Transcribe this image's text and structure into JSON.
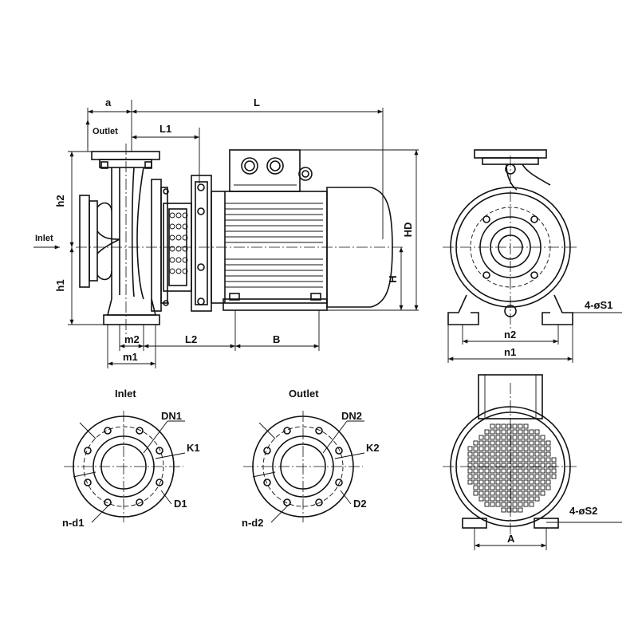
{
  "labels": {
    "a": "a",
    "L": "L",
    "L1": "L1",
    "L2": "L2",
    "outlet_top": "Outlet",
    "inlet_side": "Inlet",
    "h2": "h2",
    "h1": "h1",
    "m2": "m2",
    "m1": "m1",
    "B": "B",
    "H": "H",
    "HD": "HD",
    "n2": "n2",
    "n1": "n1",
    "S1": "4-øS1",
    "inlet_title": "Inlet",
    "outlet_title": "Outlet",
    "DN1": "DN1",
    "K1": "K1",
    "D1": "D1",
    "nd1": "n-d1",
    "DN2": "DN2",
    "K2": "K2",
    "D2": "D2",
    "nd2": "n-d2",
    "S2": "4-øS2",
    "A": "A"
  },
  "colors": {
    "line": "#111111",
    "background": "#ffffff"
  }
}
